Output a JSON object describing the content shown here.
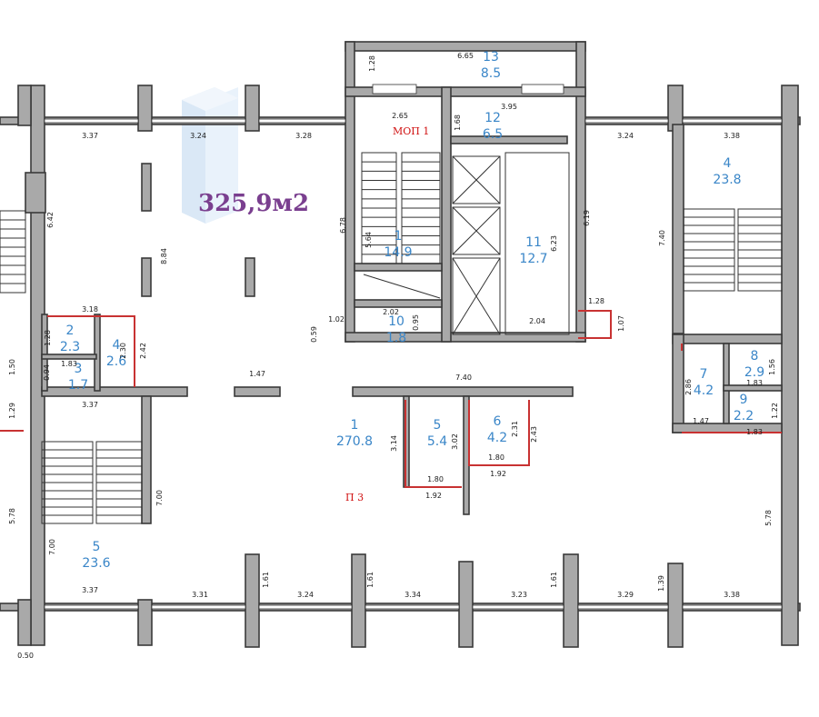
{
  "total_area": "325,9м2",
  "labels": {
    "mop": "МОП 1",
    "p3": "П 3"
  },
  "rooms": [
    {
      "num": "13",
      "area": "8.5"
    },
    {
      "num": "12",
      "area": "6.5"
    },
    {
      "num": "1",
      "area": "14.9"
    },
    {
      "num": "11",
      "area": "12.7"
    },
    {
      "num": "10",
      "area": "1.8"
    },
    {
      "num": "4",
      "area": "23.8"
    },
    {
      "num": "2",
      "area": "2.3"
    },
    {
      "num": "4",
      "area": "2.6"
    },
    {
      "num": "3",
      "area": "1.7"
    },
    {
      "num": "1",
      "area": "270.8"
    },
    {
      "num": "5",
      "area": "5.4"
    },
    {
      "num": "6",
      "area": "4.2"
    },
    {
      "num": "7",
      "area": "4.2"
    },
    {
      "num": "8",
      "area": "2.9"
    },
    {
      "num": "9",
      "area": "2.2"
    },
    {
      "num": "5",
      "area": "23.6"
    }
  ],
  "dims": [
    "6.65",
    "1.28",
    "2.65",
    "1.68",
    "3.95",
    "3.37",
    "3.24",
    "3.28",
    "3.24",
    "3.38",
    "6.42",
    "8.84",
    "6.78",
    "5.64",
    "6.23",
    "6.19",
    "7.40",
    "1.28",
    "1.07",
    "0.59",
    "1.02",
    "2.02",
    "0.95",
    "2.04",
    "3.18",
    "1.28",
    "2.30",
    "2.42",
    "1.83",
    "0.94",
    "1.50",
    "1.29",
    "3.37",
    "1.47",
    "7.40",
    "3.14",
    "3.02",
    "2.31",
    "2.43",
    "1.80",
    "1.92",
    "1.80",
    "1.92",
    "2.86",
    "1.83",
    "1.56",
    "1.47",
    "1.83",
    "1.22",
    "7.00",
    "7.00",
    "5.78",
    "5.78",
    "3.37",
    "3.31",
    "3.24",
    "3.34",
    "3.23",
    "3.29",
    "3.38",
    "1.61",
    "1.61",
    "1.61",
    "1.39",
    "0.50"
  ]
}
